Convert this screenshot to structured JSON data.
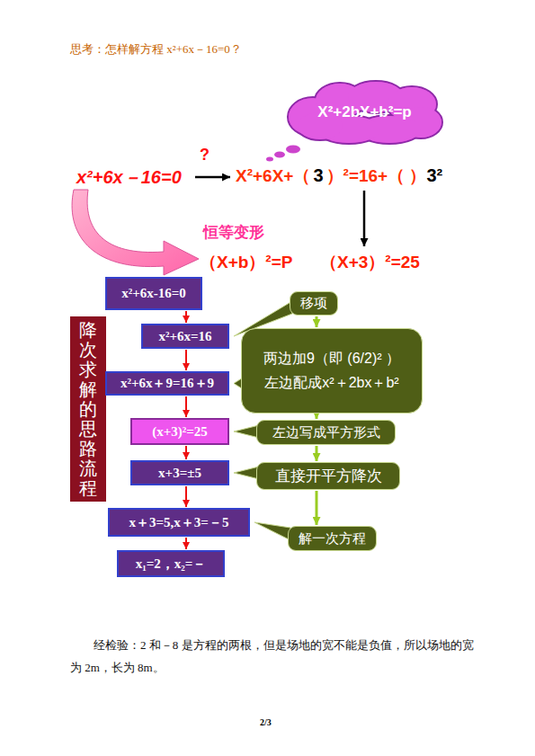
{
  "diagram": {
    "nodes": [
      {
        "text": [
          "X²+2bX+b²=p"
        ]
      },
      {
        "text": [
          "降次求解的思路流程"
        ]
      },
      {
        "text": [
          "x²+6x-16=0"
        ]
      },
      {
        "text": [
          "x²+6x=16"
        ]
      },
      {
        "text": [
          "x²+6x＋9=16＋9"
        ]
      },
      {
        "text": [
          "(x+3)²=25"
        ]
      },
      {
        "text": [
          "x+3=±5"
        ]
      },
      {
        "text": [
          "x＋3=5,x＋3=－5"
        ]
      },
      {
        "text": [
          "x₁=2，x₂=－"
        ]
      },
      {
        "text": [
          "移项"
        ]
      },
      {
        "text": [
          "两边加9（即 (6/2)² ）",
          "左边配成x²＋2bx＋b²"
        ]
      },
      {
        "text": [
          "左边写成平方形式"
        ]
      },
      {
        "text": [
          "直接开平方降次"
        ]
      },
      {
        "text": [
          "解一次方程"
        ]
      }
    ],
    "edges": [
      {
        "from": 2,
        "to": 3,
        "arrow": "to"
      },
      {
        "from": 3,
        "to": 4,
        "arrow": "to"
      },
      {
        "from": 4,
        "to": 5,
        "arrow": "to"
      },
      {
        "from": 5,
        "to": 6,
        "arrow": "to"
      },
      {
        "from": 6,
        "to": 7,
        "arrow": "to"
      },
      {
        "from": 7,
        "to": 8,
        "arrow": "to"
      },
      {
        "from": 9,
        "to": 10,
        "arrow": "to"
      },
      {
        "from": 10,
        "to": 11,
        "arrow": "to"
      },
      {
        "from": 11,
        "to": 12,
        "arrow": "to"
      },
      {
        "from": 12,
        "to": 13,
        "arrow": "to"
      }
    ],
    "labels": [
      "思考：怎样解方程 x²+6x－16=0？",
      "x²+6x－16=0",
      "?",
      "X²+6X+（",
      "3",
      "）²=16+（ ）",
      "3²",
      "恒等变形",
      "（X+b）²=P",
      "（X+3）²=25",
      "经检验：2 和－8 是方程的两根，但是场地的宽不能是负值，所以场地的宽为 2m，长为 8m。",
      "2/3"
    ]
  }
}
